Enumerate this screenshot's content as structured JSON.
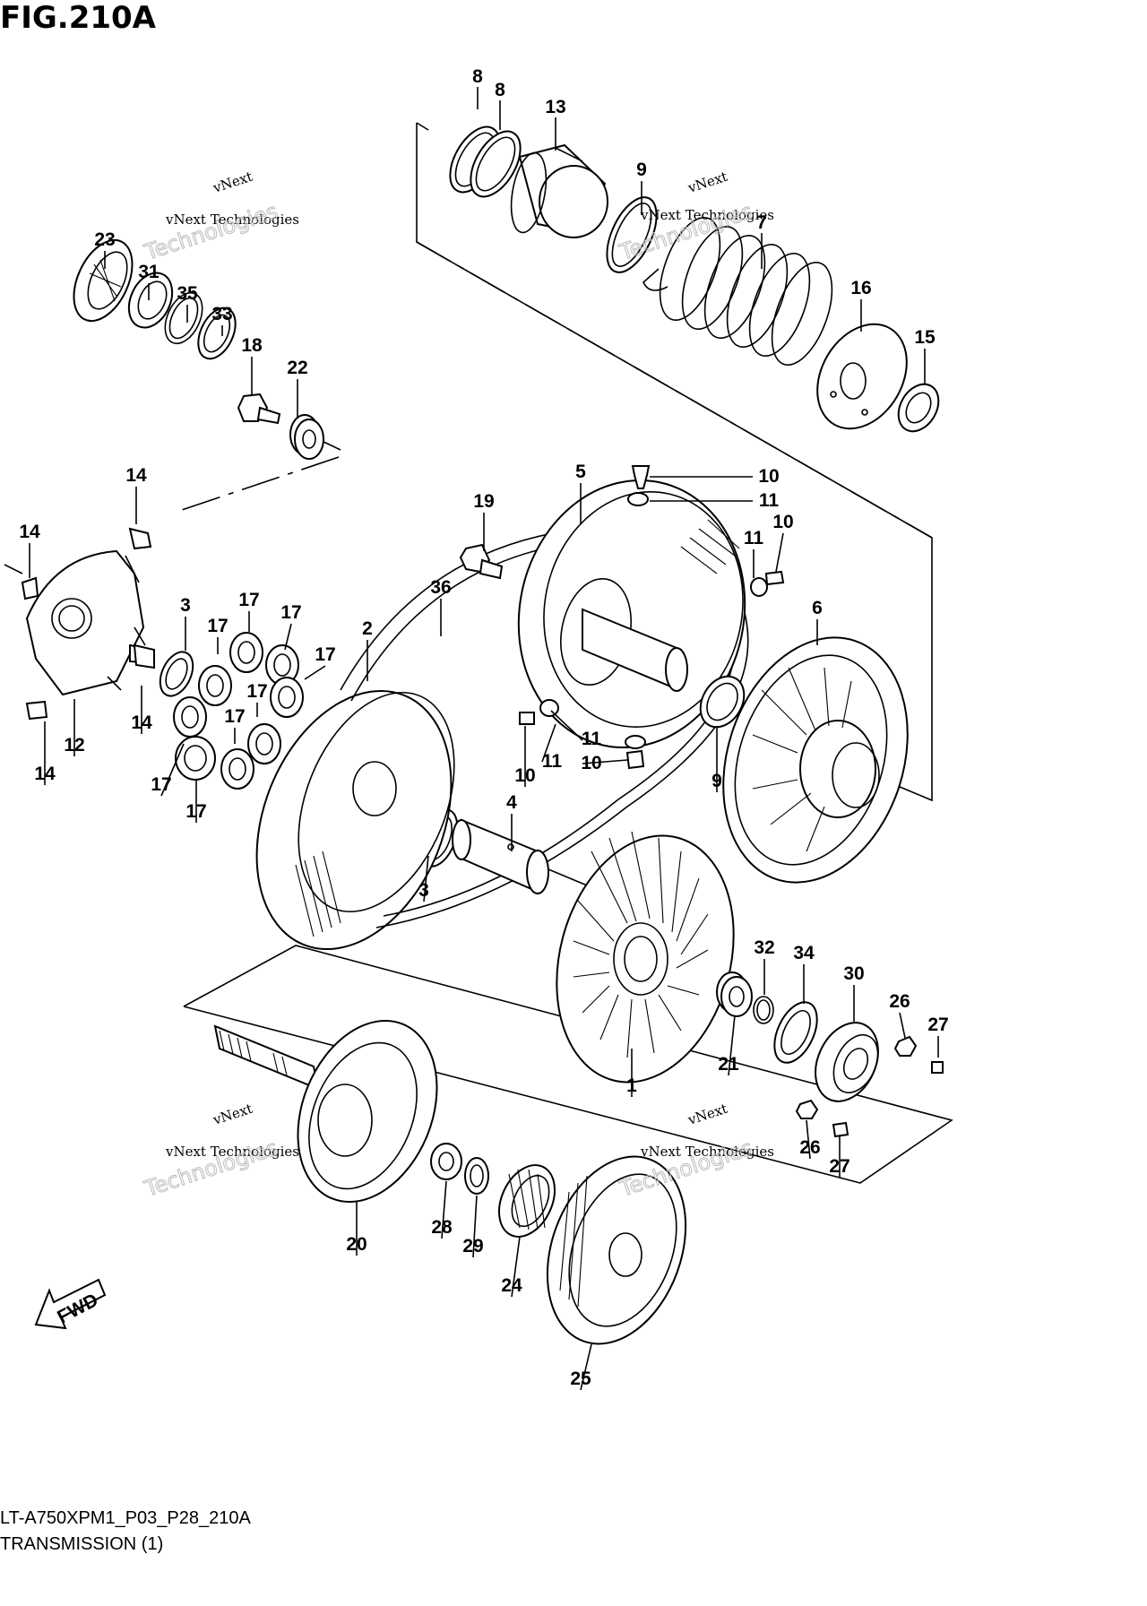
{
  "figure": {
    "title": "FIG.210A",
    "code": "LT-A750XPM1_P03_P28_210A",
    "description": "TRANSMISSION (1)",
    "direction_label": "FWD"
  },
  "watermarks": [
    {
      "line1": "vNext",
      "line2": "vNext Technologies",
      "line3": "Technologies"
    },
    {
      "line1": "vNext",
      "line2": "vNext Technologies",
      "line3": "Technologies"
    },
    {
      "line1": "vNext",
      "line2": "vNext Technologies",
      "line3": "Technologies"
    },
    {
      "line1": "vNext",
      "line2": "vNext Technologies",
      "line3": "Technologies"
    }
  ],
  "callouts": [
    "8",
    "8",
    "13",
    "9",
    "7",
    "16",
    "15",
    "23",
    "31",
    "35",
    "33",
    "18",
    "22",
    "14",
    "14",
    "19",
    "5",
    "10",
    "11",
    "11",
    "10",
    "6",
    "36",
    "2",
    "3",
    "17",
    "17",
    "17",
    "17",
    "17",
    "17",
    "17",
    "17",
    "14",
    "12",
    "14",
    "9",
    "11",
    "10",
    "11",
    "10",
    "4",
    "3",
    "1",
    "32",
    "34",
    "30",
    "26",
    "27",
    "21",
    "26",
    "27",
    "20",
    "28",
    "29",
    "24",
    "25"
  ]
}
